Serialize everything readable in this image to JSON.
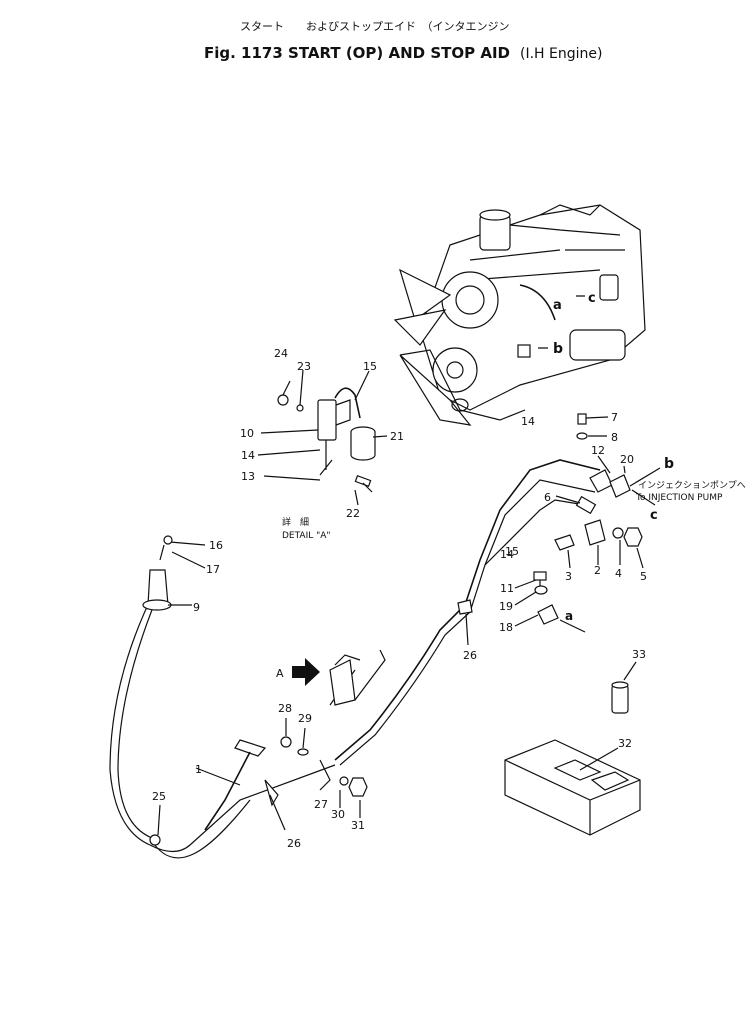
{
  "title": {
    "jp_line": "スタート　　およびストップエイド　（インタエンジン",
    "en_line": "Fig. 1173 START (OP) AND STOP AID",
    "engine_paren": "(I.H Engine)"
  },
  "detail": {
    "jp": "詳　細",
    "en": "DETAIL \"A\"",
    "arrow_label": "A"
  },
  "pump_note": {
    "jp": "インジェクションポンプへ",
    "en": "To INJECTION PUMP"
  },
  "connection_letters": {
    "a": "a",
    "b": "b",
    "c": "c"
  },
  "callouts": [
    "1",
    "2",
    "3",
    "4",
    "5",
    "6",
    "7",
    "8",
    "9",
    "10",
    "11",
    "12",
    "13",
    "14",
    "14",
    "14",
    "15",
    "15",
    "16",
    "17",
    "18",
    "19",
    "20",
    "21",
    "22",
    "23",
    "24",
    "25",
    "26",
    "26",
    "27",
    "28",
    "29",
    "30",
    "31",
    "32",
    "33"
  ]
}
